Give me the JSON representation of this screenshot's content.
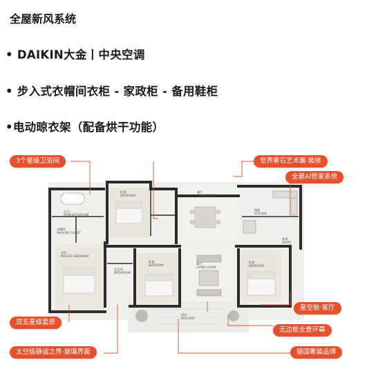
{
  "heading": "全屋新风系统",
  "bullets": [
    "• DAIKIN大金丨中央空调",
    "• 步入式衣帽间衣柜 - 家政柜 - 备用鞋柜",
    "•电动晾衣架（配备烘干功能）"
  ],
  "callouts": {
    "bathroom": "3个星级卫浴间",
    "stone": "世界奢石艺术展·装修",
    "ai": "全屋AI管家系统",
    "bedroom": "双五星级套房",
    "living": "星空舱·客厅",
    "balcony": "无边框全景环幕",
    "glass": "太空级静谧之界·玻璃界面",
    "brand": "德国奢装品牌"
  },
  "rooms": {
    "master_bath": "主卫\nMAIN BATHROOM",
    "bedroom_top": "卧室\nBEDROOM",
    "dining": "餐厅\nDINING ROOM",
    "kitchen": "厨房\nKITCHEN",
    "entry": "玄关\nENTRY",
    "cloakroom": "衣帽间\nWALK-IN CLOSET",
    "master_bed": "主卧\nMASTER BEDROOM",
    "bath2": "卫生间\nBATHROOM",
    "bedroom2": "卧室\nBEDROOM",
    "living": "客厅\nLIVING ROOM",
    "bedroom3": "卧室\nBEDROOM",
    "balcony": "阳台\nBALCONY"
  },
  "colors": {
    "accent": "#e8502c",
    "leader": "#e8502c"
  }
}
